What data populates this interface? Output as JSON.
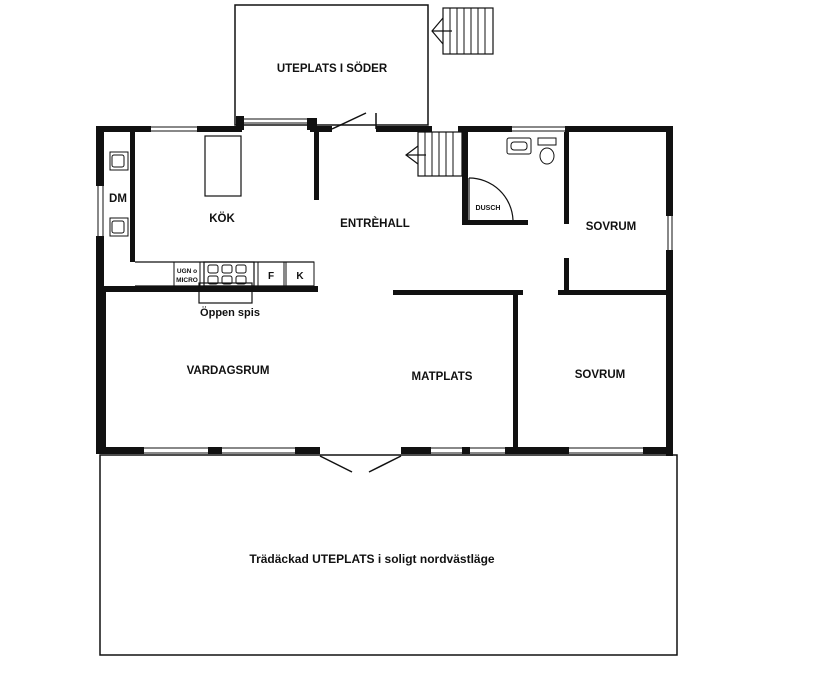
{
  "labels": {
    "patio_south": "UTEPLATS I SÖDER",
    "kitchen": "KÖK",
    "dm": "DM",
    "entrance_hall": "ENTRÈHALL",
    "shower": "DUSCH",
    "bedroom_1": "SOVRUM",
    "bedroom_2": "SOVRUM",
    "oven_line1": "UGN o",
    "oven_line2": "MICRO",
    "fridge": "F",
    "freezer": "K",
    "fireplace": "Öppen spis",
    "living_room": "VARDAGSRUM",
    "dining": "MATPLATS",
    "deck": "Trädäckad UTEPLATS i soligt nordvästläge"
  },
  "colors": {
    "wall": "#111111",
    "background": "#ffffff"
  }
}
